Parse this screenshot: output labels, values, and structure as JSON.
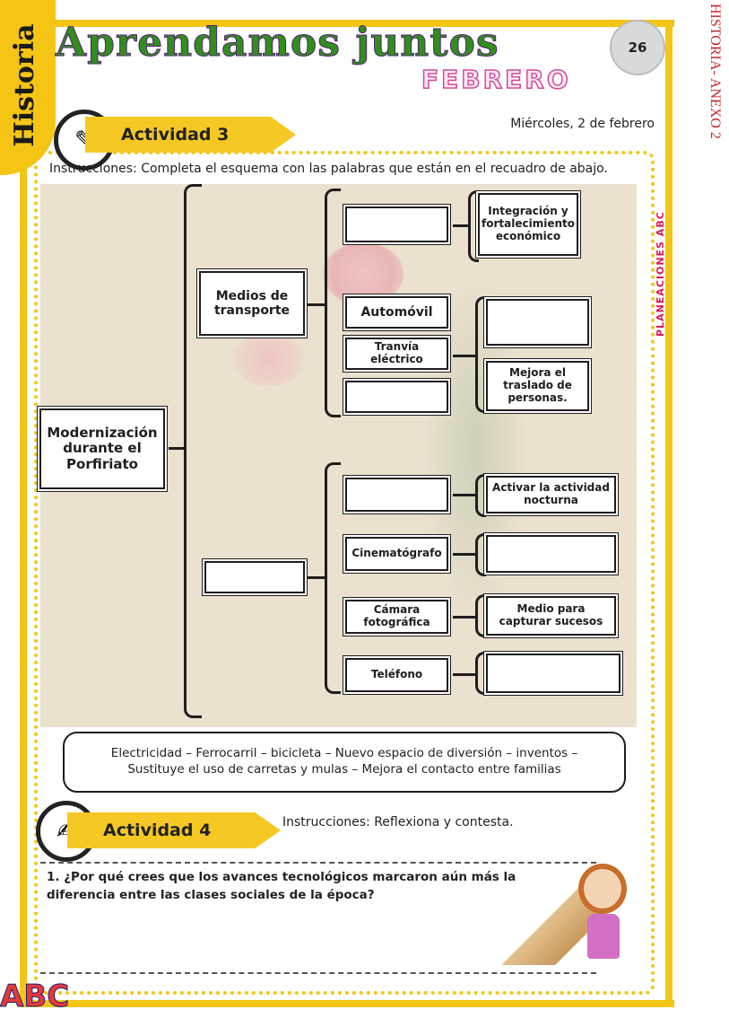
{
  "header": {
    "tab_label": "Historia",
    "title": "Aprendamos juntos",
    "subtitle": "FEBRERO",
    "page_number": "26",
    "date": "Miércoles, 2 de febrero",
    "side_annex": "HISTORIA- ANEXO 2",
    "side_brand": "PLANEACIONES ABC"
  },
  "activity3": {
    "label": "Actividad 3",
    "instructions": "Instrucciones: Completa el esquema con las palabras que están en el recuadro de abajo.",
    "root": "Modernización durante el Porfiriato",
    "branch1": "Medios de transporte",
    "branch2": "",
    "transport": [
      {
        "item": "",
        "desc": "Integración y fortalecimiento económico"
      },
      {
        "item": "Automóvil",
        "desc": ""
      },
      {
        "item": "Tranvía eléctrico",
        "desc": "Mejora el traslado de personas."
      },
      {
        "item": "",
        "desc": ""
      }
    ],
    "inventions": [
      {
        "item": "",
        "desc": "Activar la actividad nocturna"
      },
      {
        "item": "Cinematógrafo",
        "desc": ""
      },
      {
        "item": "Cámara fotográfica",
        "desc": "Medio para capturar sucesos"
      },
      {
        "item": "Teléfono",
        "desc": ""
      }
    ],
    "word_bank_line1": "Electricidad – Ferrocarril – bicicleta – Nuevo espacio de diversión – inventos –",
    "word_bank_line2": "Sustituye el uso de carretas y mulas – Mejora el contacto entre familias"
  },
  "activity4": {
    "label": "Actividad 4",
    "instructions": "Instrucciones: Reflexiona y contesta.",
    "question": "1. ¿Por qué crees que los avances tecnológicos marcaron aún más la diferencia entre las clases sociales de la época?"
  },
  "logo": {
    "text": "ABC"
  },
  "colors": {
    "frame": "#f4c515",
    "title": "#2f8f1a",
    "subtitle": "#d14a9a",
    "annex": "#c62828"
  }
}
